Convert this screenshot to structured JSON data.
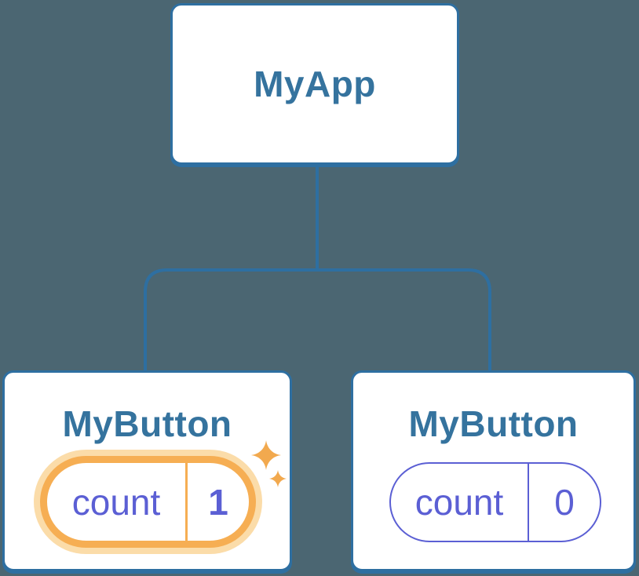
{
  "diagram": {
    "type": "component-tree",
    "root": {
      "label": "MyApp"
    },
    "children": [
      {
        "label": "MyButton",
        "state": {
          "key": "count",
          "value": "1"
        },
        "highlighted": true,
        "icons": [
          "sparkle-icon",
          "sparkle-icon"
        ]
      },
      {
        "label": "MyButton",
        "state": {
          "key": "count",
          "value": "0"
        },
        "highlighted": false
      }
    ]
  },
  "colors": {
    "bg": "#4B6672",
    "line": "#2E6FA1",
    "title": "#35739E",
    "purple": "#5B5FD4",
    "orange": "#F6AE53",
    "orange-halo": "#FBDCA9",
    "sparkle": "#F2A94E",
    "card-bg": "#FFFFFF"
  }
}
